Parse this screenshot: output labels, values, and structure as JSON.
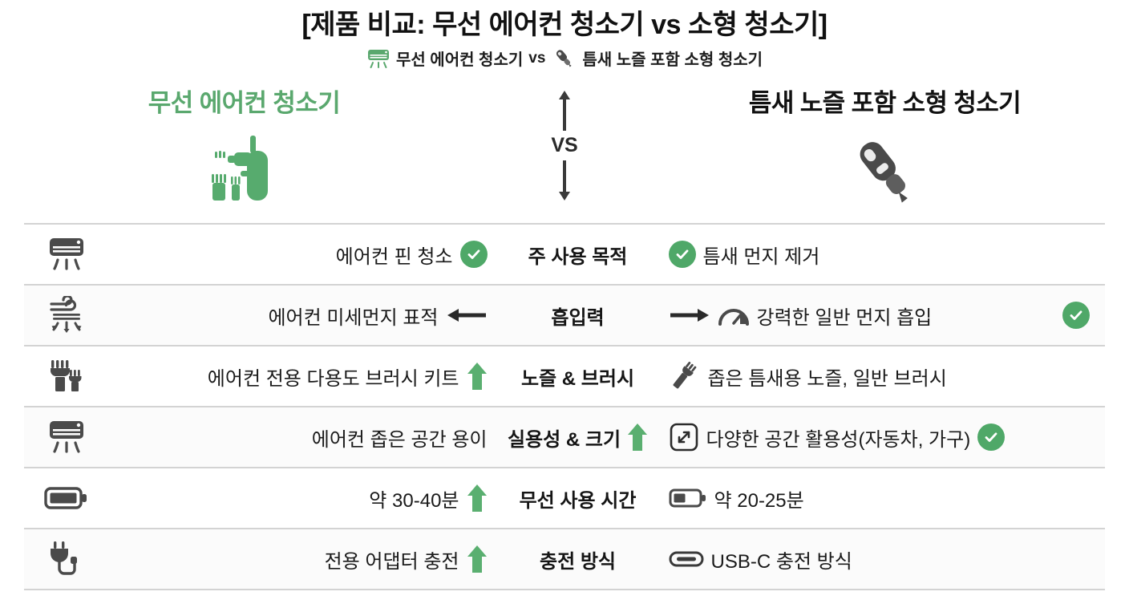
{
  "header": {
    "title": "[제품 비교: 무선 에어컨 청소기 vs 소형 청소기]",
    "subtitle_left": "무선 에어컨 청소기",
    "subtitle_vs": "vs",
    "subtitle_right": "틈새 노즐 포함 소형 청소기",
    "subtitle_left_icon": "air-conditioner-icon",
    "subtitle_right_icon": "handheld-vacuum-icon"
  },
  "banner": {
    "left_product": "무선 에어컨 청소기",
    "right_product": "틈새 노즐 포함 소형 청소기",
    "vs_label": "VS",
    "left_art_icon": "cordless-ac-cleaner-illustration",
    "right_art_icon": "handheld-vacuum-illustration",
    "up_arrow_icon": "arrow-up-icon",
    "down_arrow_icon": "arrow-down-icon"
  },
  "colors": {
    "accent_green": "#4fa868",
    "title_green": "#5aa86e",
    "text_dark": "#151515",
    "divider": "#d3d3d3",
    "icon_gray": "#4a4a4a"
  },
  "rows": [
    {
      "row_icon": "air-conditioner-icon",
      "left_text": "에어컨 핀 청소",
      "left_badge": "check",
      "attribute": "주 사용 목적",
      "mid_marker": "none",
      "right_icon": "check",
      "right_text": "틈새 먼지 제거",
      "flag": "none"
    },
    {
      "row_icon": "airflow-icon",
      "left_text": "에어컨 미세먼지 표적",
      "left_badge": "none",
      "attribute": "흡입력",
      "mid_marker": "both-arrows",
      "right_icon": "gauge-icon",
      "right_text": "강력한 일반 먼지 흡입",
      "flag": "check"
    },
    {
      "row_icon": "brush-set-icon",
      "left_text": "에어컨 전용 다용도 브러시 키트",
      "left_badge": "up-arrow",
      "attribute": "노즐 & 브러시",
      "mid_marker": "none",
      "right_icon": "brush-tool-icon",
      "right_text": "좁은 틈새용 노즐, 일반 브러시",
      "flag": "none"
    },
    {
      "row_icon": "air-conditioner-icon",
      "left_text": "에어컨 좁은 공간 용이",
      "left_badge": "none",
      "attribute": "실용성 & 크기",
      "mid_marker": "up-arrow-right",
      "right_icon": "expand-icon",
      "right_text": "다양한 공간 활용성(자동차, 가구)",
      "flag": "check-inline"
    },
    {
      "row_icon": "battery-full-icon",
      "left_text": "약 30-40분",
      "left_badge": "up-arrow",
      "attribute": "무선 사용 시간",
      "mid_marker": "none",
      "right_icon": "battery-half-icon",
      "right_text": "약 20-25분",
      "flag": "none"
    },
    {
      "row_icon": "power-plug-icon",
      "left_text": "전용 어댑터 충전",
      "left_badge": "up-arrow",
      "attribute": "충전 방식",
      "mid_marker": "none",
      "right_icon": "usb-c-icon",
      "right_text": "USB-C 충전 방식",
      "flag": "none"
    }
  ]
}
